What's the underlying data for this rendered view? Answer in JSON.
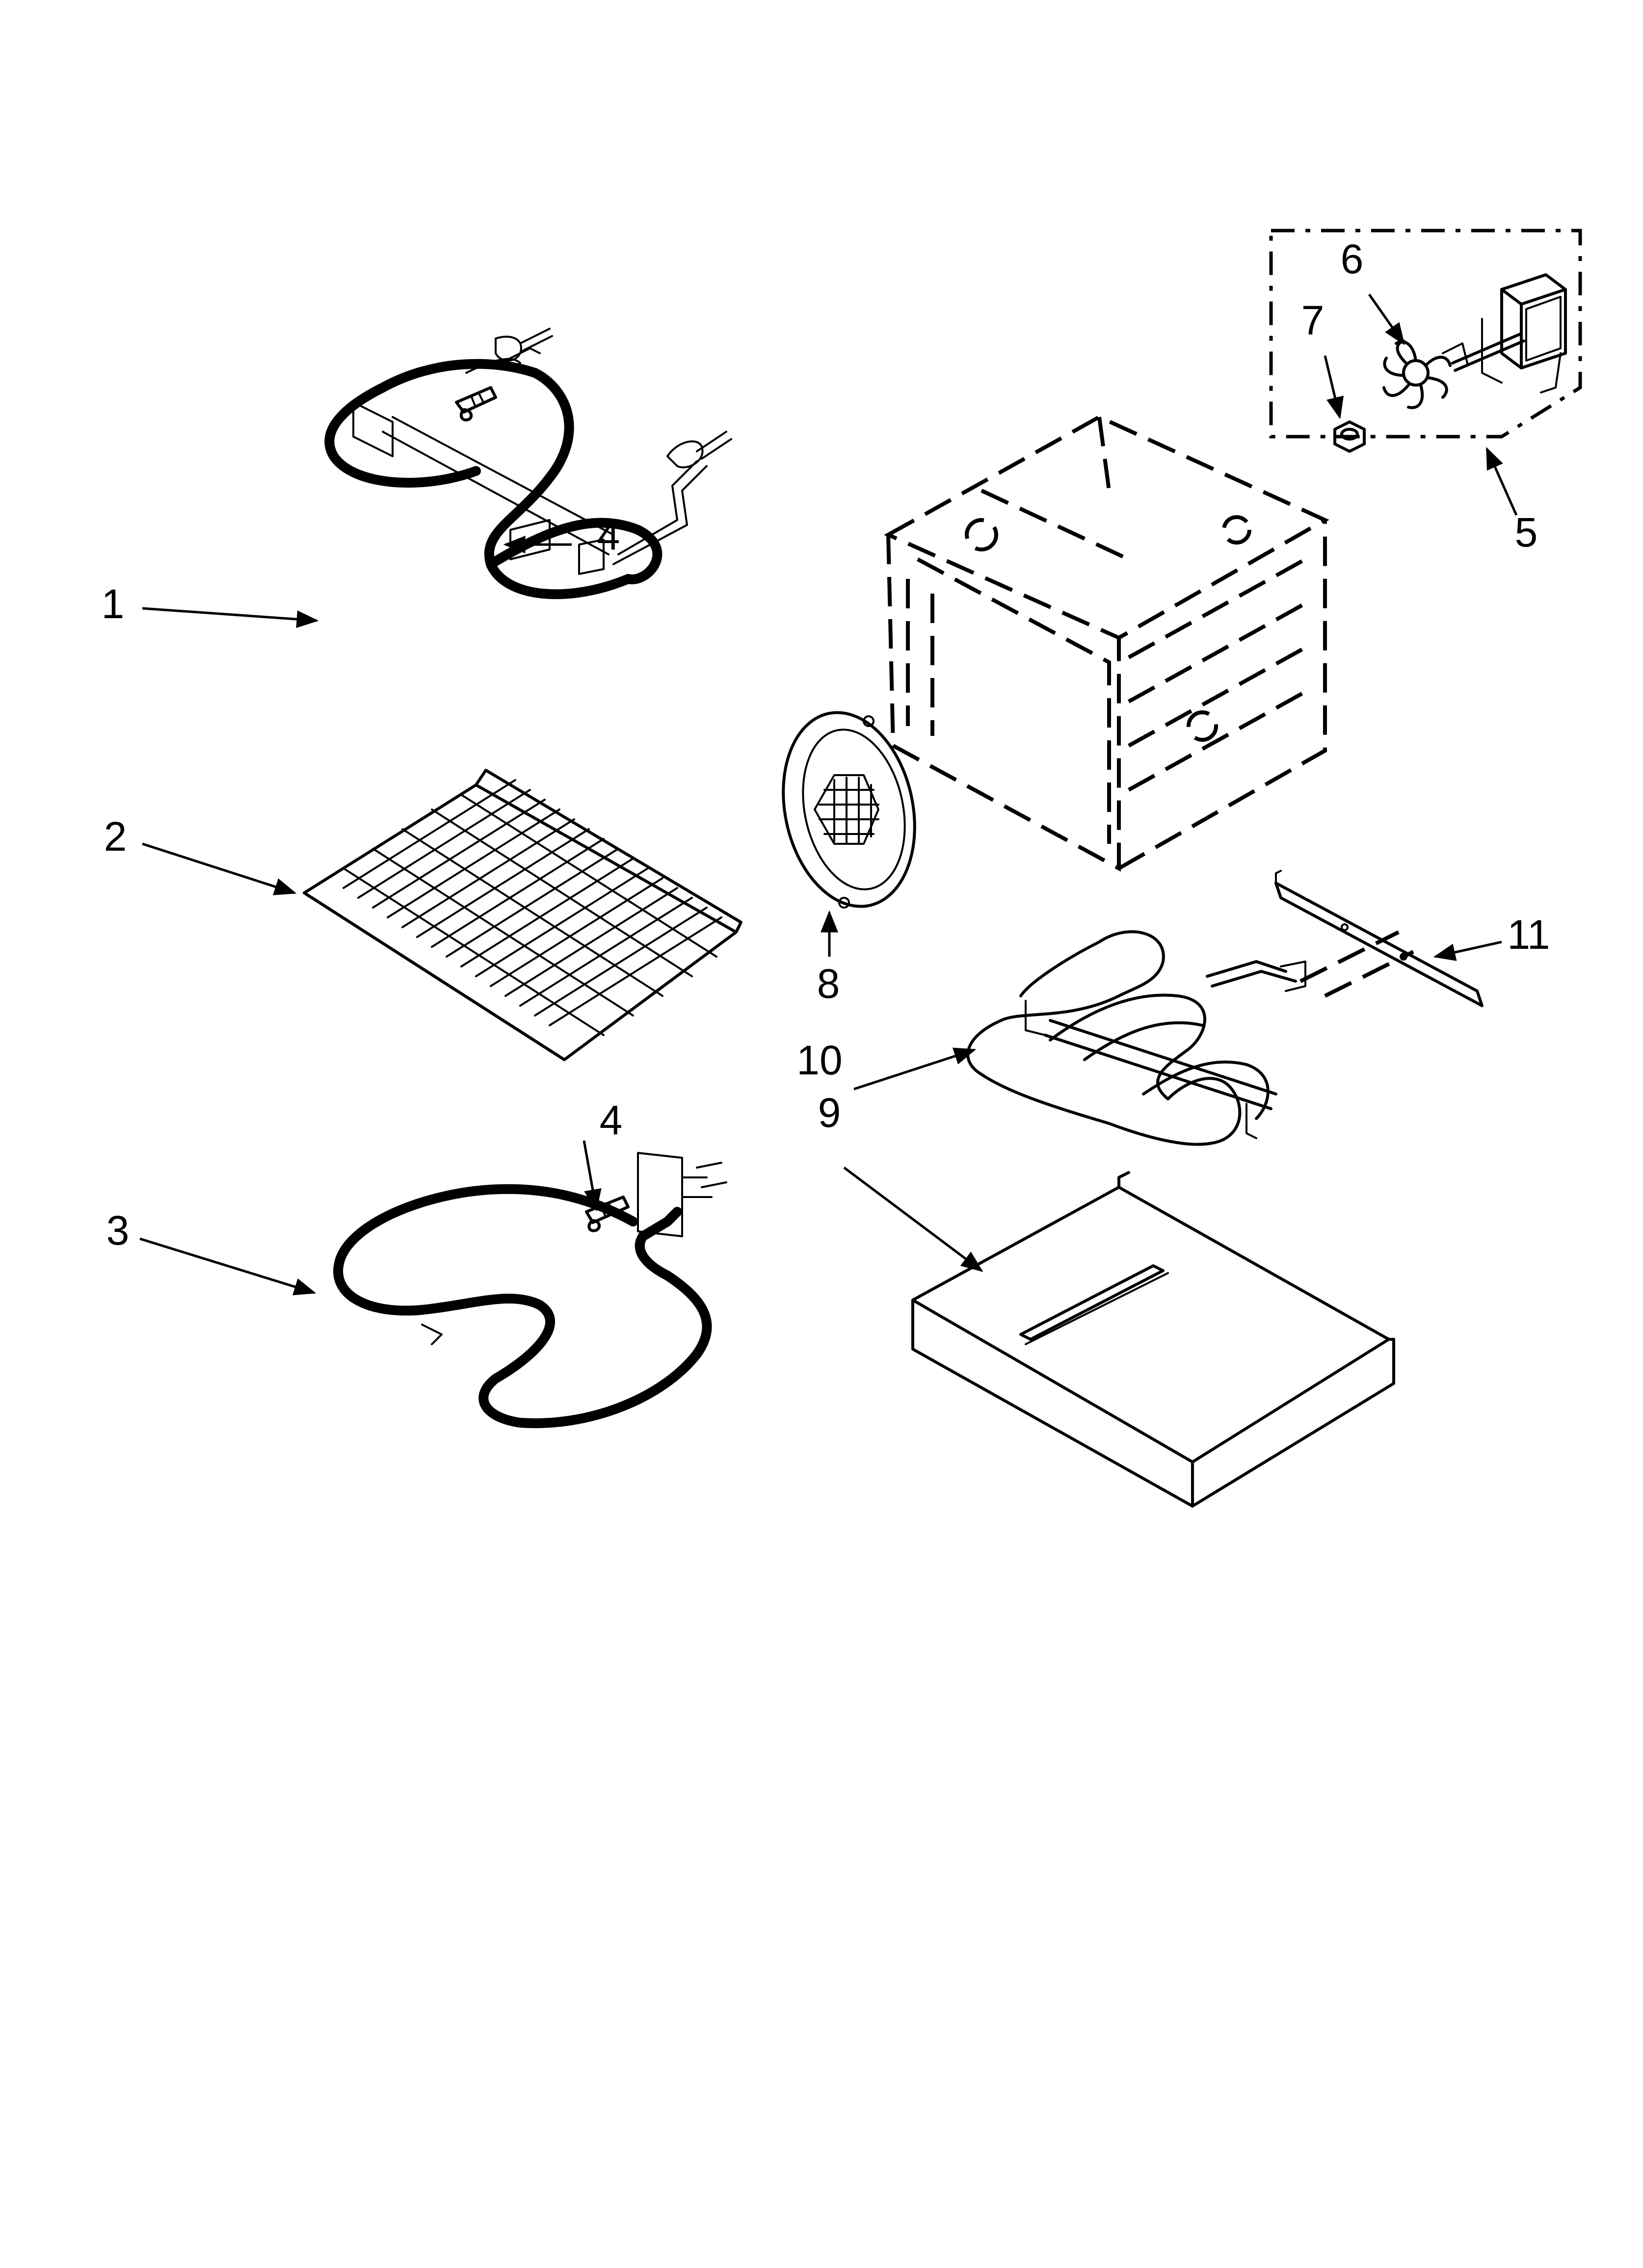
{
  "diagram": {
    "type": "exploded-parts-view",
    "callouts": [
      {
        "id": "c1",
        "label": "1"
      },
      {
        "id": "c2",
        "label": "2"
      },
      {
        "id": "c3",
        "label": "3"
      },
      {
        "id": "c4a",
        "label": "4"
      },
      {
        "id": "c4b",
        "label": "4"
      },
      {
        "id": "c5",
        "label": "5"
      },
      {
        "id": "c6",
        "label": "6"
      },
      {
        "id": "c7",
        "label": "7"
      },
      {
        "id": "c8",
        "label": "8"
      },
      {
        "id": "c9",
        "label": "9"
      },
      {
        "id": "c10",
        "label": "10"
      },
      {
        "id": "c11",
        "label": "11"
      }
    ]
  }
}
